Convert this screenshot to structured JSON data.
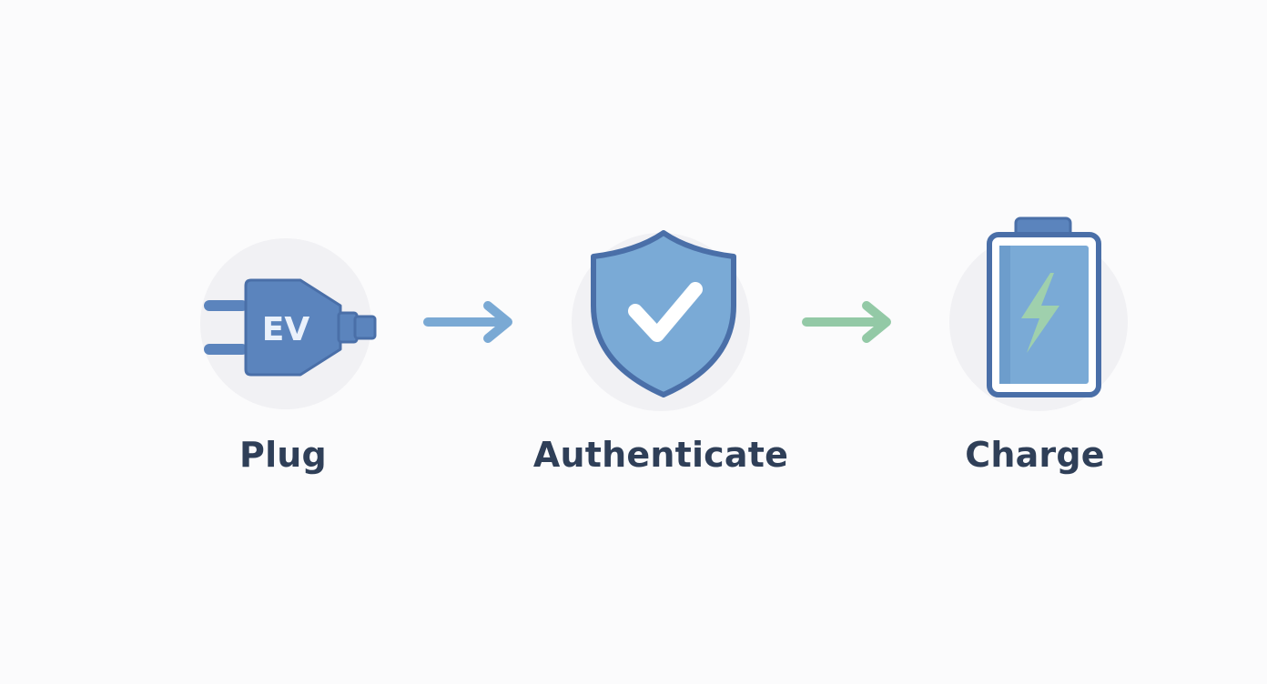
{
  "steps": [
    {
      "label": "Plug",
      "icon": "ev-plug-icon",
      "icon_text": "EV"
    },
    {
      "label": "Authenticate",
      "icon": "shield-check-icon"
    },
    {
      "label": "Charge",
      "icon": "battery-bolt-icon"
    }
  ],
  "arrows": [
    {
      "icon": "arrow-right-icon",
      "color": "#7aa9d4"
    },
    {
      "icon": "arrow-right-icon",
      "color": "#93c9a6"
    }
  ],
  "colors": {
    "icon_blue": "#5b84bd",
    "icon_outline": "#4a6fa8",
    "icon_light": "#7aaad6",
    "bolt_green": "#9fd0ad",
    "label": "#2f3f58",
    "halo": "#f1f1f4"
  }
}
